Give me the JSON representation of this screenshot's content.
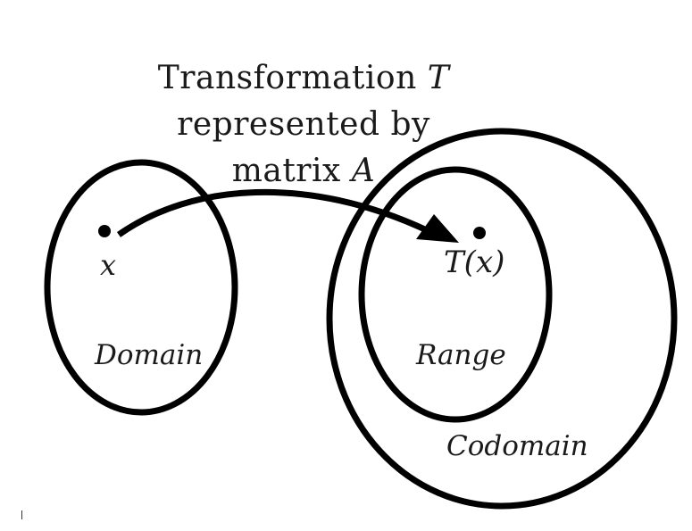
{
  "caption": {
    "line1_text": "Transformation ",
    "line1_var": "T",
    "line2_text": "represented by",
    "line3_text": "matrix ",
    "line3_var": "A"
  },
  "labels": {
    "point_x": "x",
    "point_tx": "T(x)",
    "domain": "Domain",
    "range": "Range",
    "codomain": "Codomain"
  },
  "colors": {
    "stroke": "#000000",
    "text": "#1a1a1a",
    "background": "#ffffff"
  }
}
